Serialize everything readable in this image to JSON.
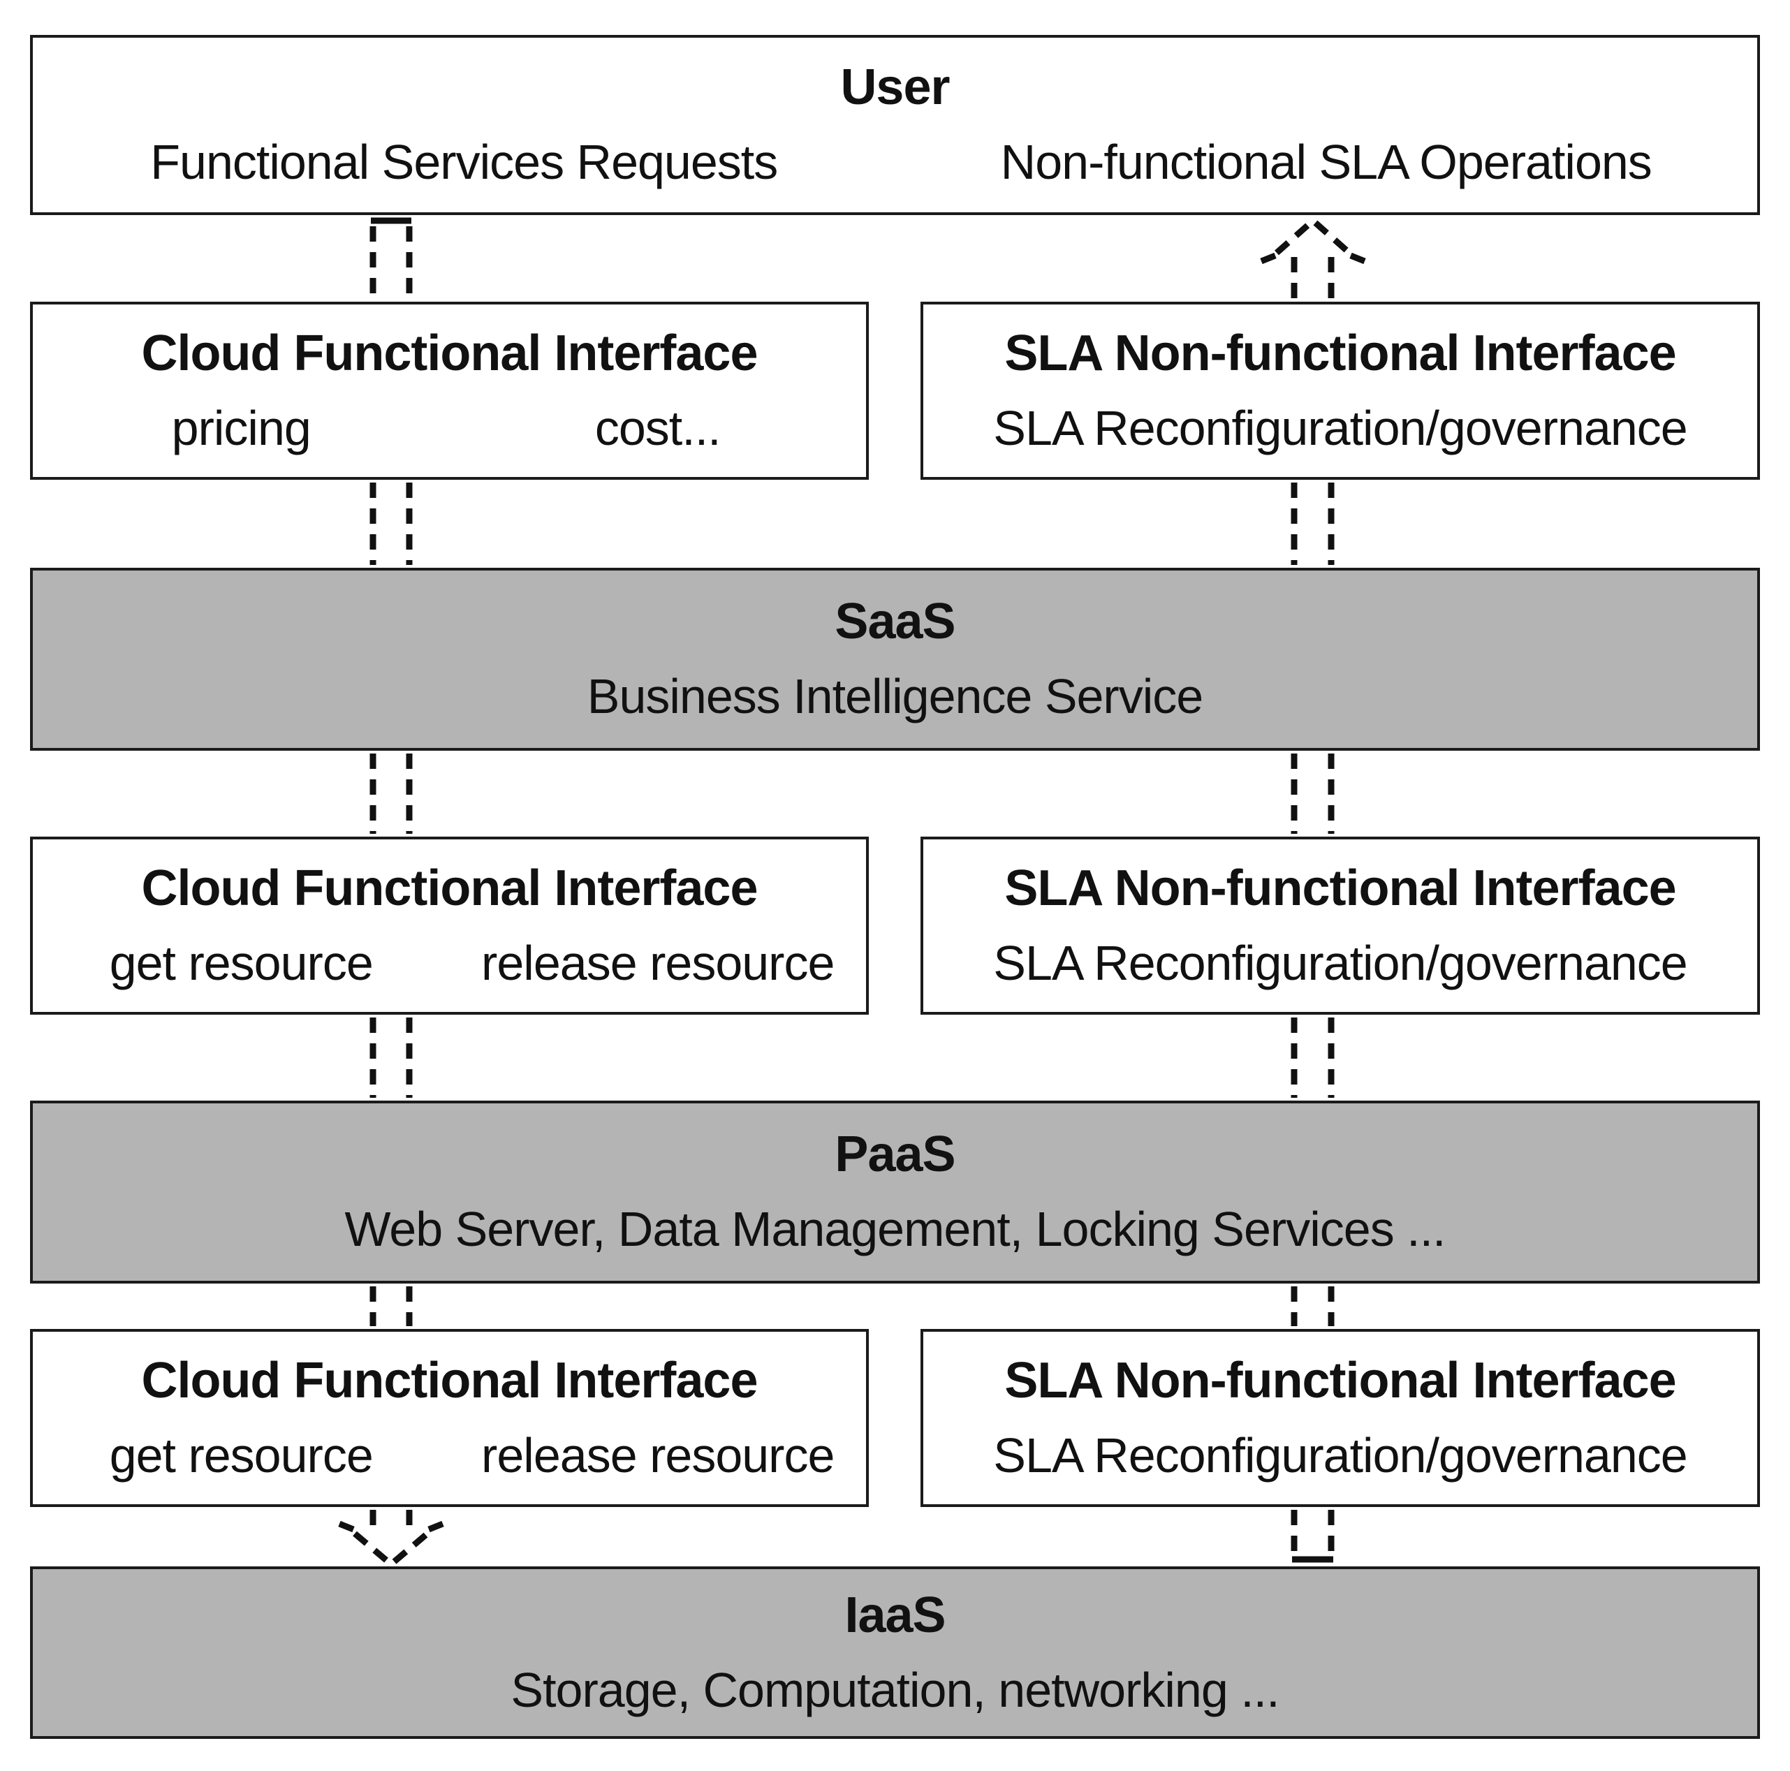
{
  "diagram": {
    "user_box": {
      "title": "User",
      "left_label": "Functional Services Requests",
      "right_label": "Non-functional SLA Operations"
    },
    "interface_rows": [
      {
        "functional": {
          "title": "Cloud Functional Interface",
          "items": [
            "pricing",
            "cost..."
          ]
        },
        "sla": {
          "title": "SLA Non-functional Interface",
          "subtitle": "SLA Reconfiguration/governance"
        }
      },
      {
        "functional": {
          "title": "Cloud Functional Interface",
          "items": [
            "get resource",
            "release resource"
          ]
        },
        "sla": {
          "title": "SLA Non-functional Interface",
          "subtitle": "SLA Reconfiguration/governance"
        }
      },
      {
        "functional": {
          "title": "Cloud Functional Interface",
          "items": [
            "get resource",
            "release resource"
          ]
        },
        "sla": {
          "title": "SLA Non-functional Interface",
          "subtitle": "SLA Reconfiguration/governance"
        }
      }
    ],
    "layers": [
      {
        "name": "SaaS",
        "description": "Business Intelligence Service"
      },
      {
        "name": "PaaS",
        "description": "Web Server, Data Management, Locking Services ..."
      },
      {
        "name": "IaaS",
        "description": "Storage, Computation, networking ..."
      }
    ],
    "connectors": {
      "left": {
        "name": "functional-requests-flow",
        "direction": "down"
      },
      "right": {
        "name": "sla-operations-flow",
        "direction": "up"
      }
    },
    "colors": {
      "layer_fill": "#b4b4b4",
      "box_border": "#1b1b1b",
      "background": "#ffffff",
      "text": "#111111"
    }
  }
}
